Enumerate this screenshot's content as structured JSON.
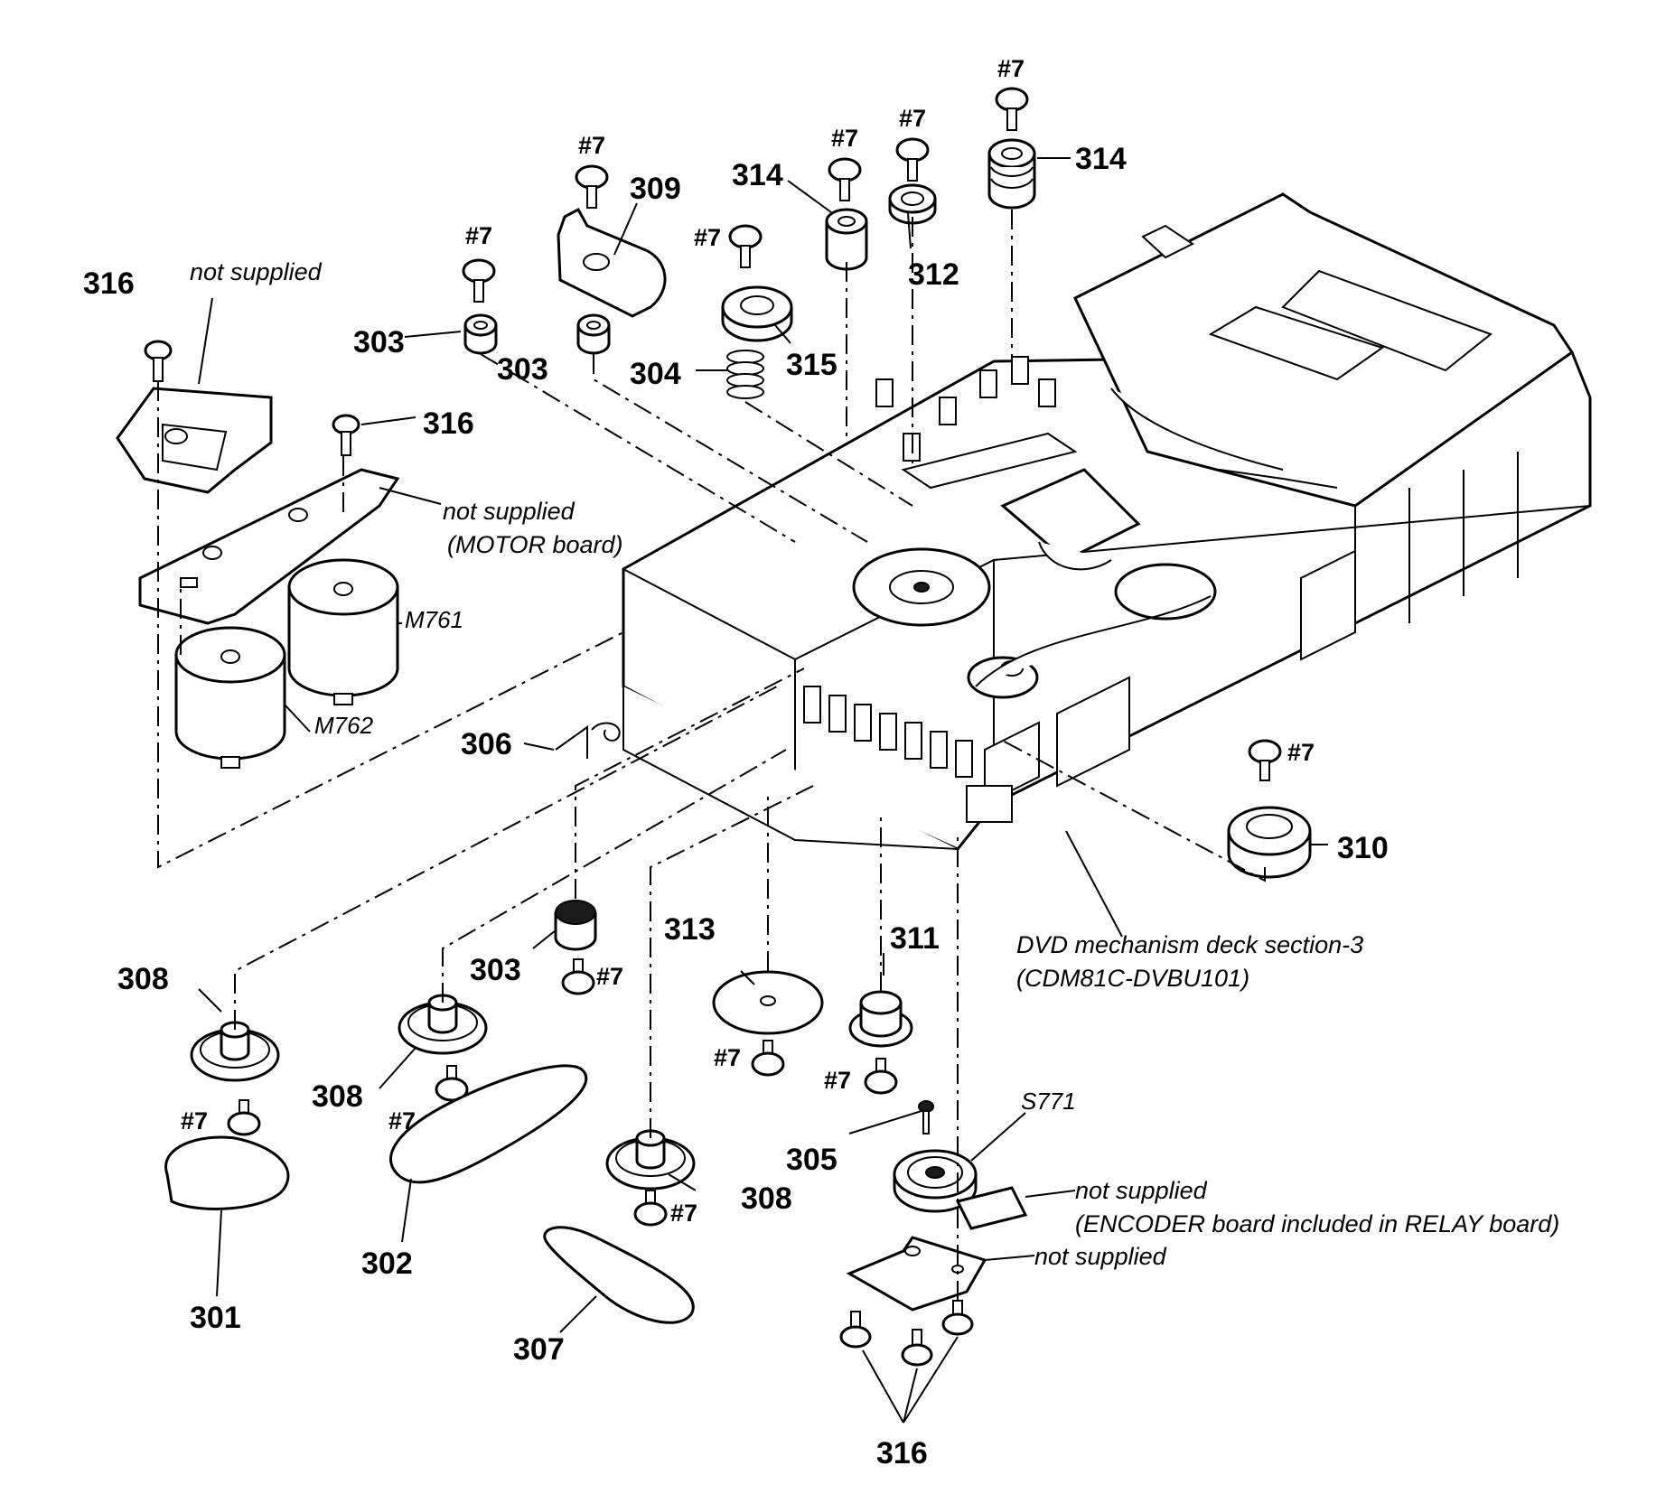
{
  "parts": {
    "p301": "301",
    "p302": "302",
    "p303": "303",
    "p304": "304",
    "p305": "305",
    "p306": "306",
    "p307": "307",
    "p308": "308",
    "p309": "309",
    "p310": "310",
    "p311": "311",
    "p312": "312",
    "p313": "313",
    "p314": "314",
    "p315": "315",
    "p316": "316"
  },
  "screw": "#7",
  "refs": {
    "m761": "M761",
    "m762": "M762",
    "s771": "S771"
  },
  "notes": {
    "not_supplied": "not supplied",
    "motor_board": "(MOTOR board)",
    "encoder_board": "(ENCODER board included in RELAY board)",
    "deck_title": "DVD mechanism deck section-3",
    "deck_model": "(CDM81C-DVBU101)"
  }
}
